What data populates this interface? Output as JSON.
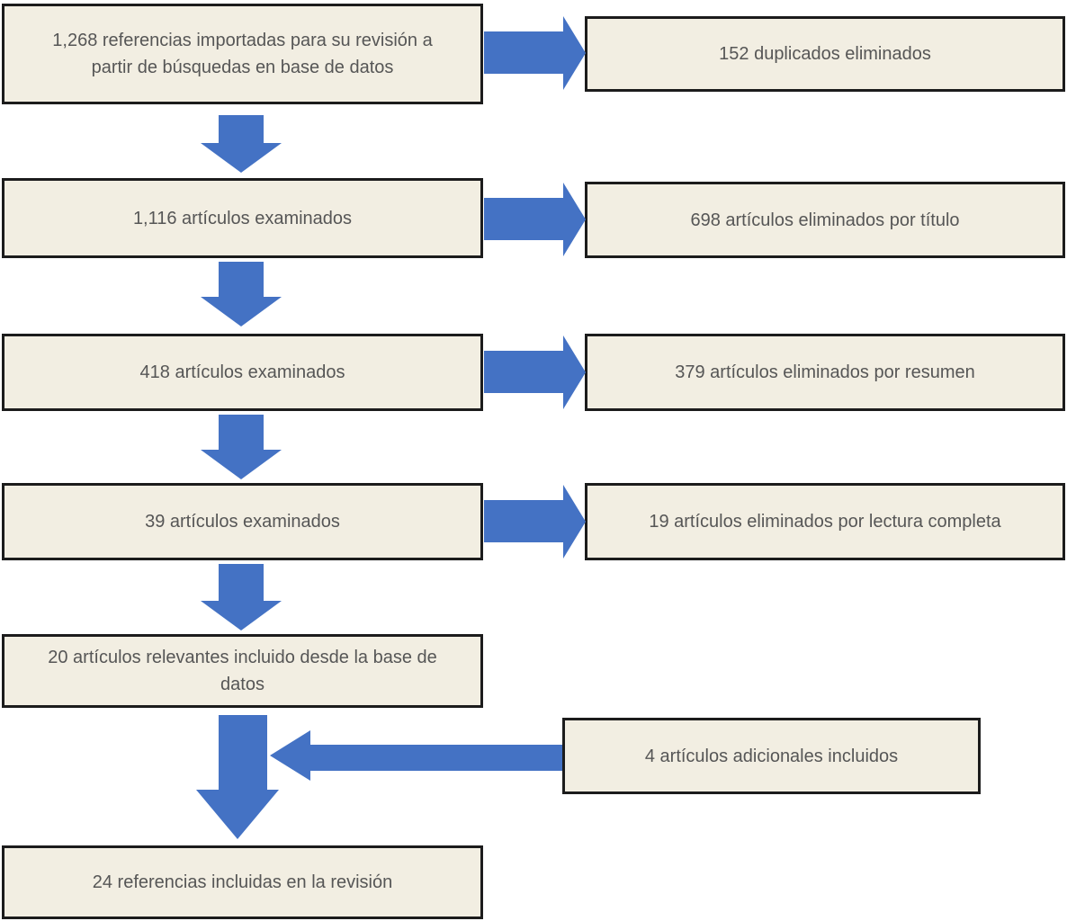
{
  "diagram": {
    "type": "prisma-flowchart",
    "language": "es",
    "colors": {
      "arrow_fill": "#4472C4",
      "box_fill": "#F2EEE2",
      "box_border": "#1C1C1C",
      "box_text": "#565656",
      "background": "#FFFFFF"
    },
    "boxes": {
      "imported": "1,268 referencias importadas para su revisión a partir de búsquedas en base de datos",
      "duplicates_removed": "152 duplicados eliminados",
      "title_screened": "1,116 artículos examinados",
      "title_removed": "698 artículos eliminados por título",
      "abstract_screened": "418 artículos examinados",
      "abstract_removed": "379 artículos eliminados por resumen",
      "fulltext_screened": "39 artículos examinados",
      "fulltext_removed": "19 artículos eliminados por lectura completa",
      "database_included": "20 artículos relevantes incluido desde la base de datos",
      "additional_included": "4 artículos adicionales incluidos",
      "final_included": "24 referencias incluidas en la revisión"
    }
  }
}
